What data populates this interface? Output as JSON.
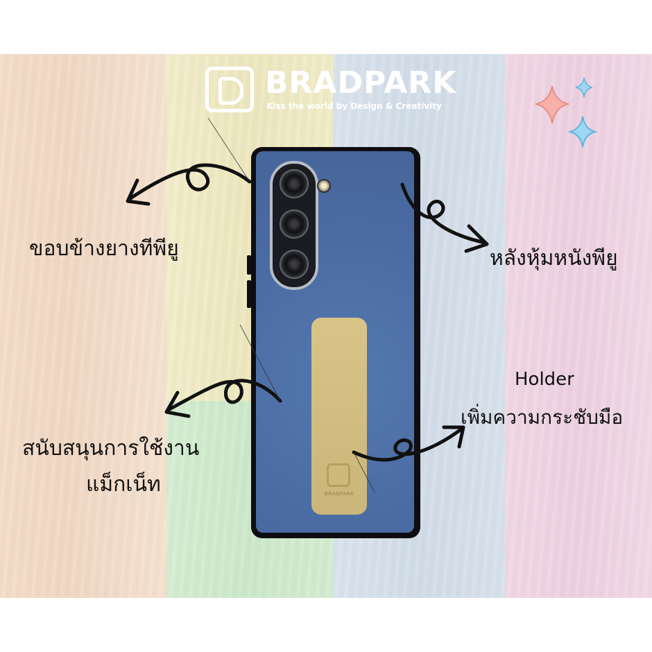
{
  "brand": {
    "name": "BRADPARK",
    "tagline": "Kiss the world by Design & Creativity"
  },
  "callouts": {
    "edge": "ขอบข้างยางทีพียู",
    "back": "หลังหุ้มหนังพียู",
    "holder_title": "Holder",
    "holder_desc": "เพิ่มความกระชับมือ",
    "magnet_line1": "สนับสนุนการใช้งาน",
    "magnet_line2": "แม็กเน็ท"
  },
  "product": {
    "strap_brand": "BRADPARK",
    "case_color": "#4d6ea6",
    "strap_color": "#d9c487"
  },
  "background_colors": [
    "#f3dbc7",
    "#f1ecc8",
    "#d3ecd0",
    "#d8e2ec",
    "#f0d6e3"
  ],
  "sparkle_colors": [
    "#f4a6a0",
    "#7ec8ec"
  ]
}
